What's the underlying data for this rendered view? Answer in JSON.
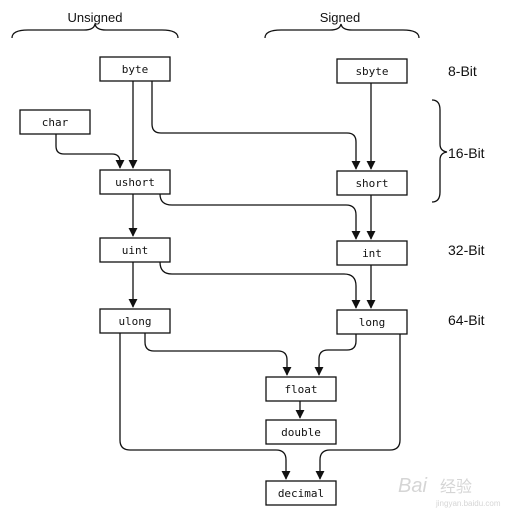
{
  "headers": {
    "unsigned": "Unsigned",
    "signed": "Signed"
  },
  "bit_labels": [
    "8-Bit",
    "16-Bit",
    "32-Bit",
    "64-Bit"
  ],
  "nodes": {
    "byte": "byte",
    "sbyte": "sbyte",
    "char": "char",
    "ushort": "ushort",
    "short": "short",
    "uint": "uint",
    "int": "int",
    "ulong": "ulong",
    "long": "long",
    "float": "float",
    "double": "double",
    "decimal": "decimal"
  },
  "edges": [
    [
      "byte",
      "ushort"
    ],
    [
      "byte",
      "short"
    ],
    [
      "sbyte",
      "short"
    ],
    [
      "char",
      "ushort"
    ],
    [
      "ushort",
      "uint"
    ],
    [
      "ushort",
      "int"
    ],
    [
      "short",
      "int"
    ],
    [
      "uint",
      "ulong"
    ],
    [
      "uint",
      "long"
    ],
    [
      "int",
      "long"
    ],
    [
      "ulong",
      "float"
    ],
    [
      "ulong",
      "decimal"
    ],
    [
      "long",
      "float"
    ],
    [
      "long",
      "decimal"
    ],
    [
      "float",
      "double"
    ]
  ],
  "watermark": {
    "logo": "Bai",
    "tail": "经验",
    "sub": "jingyan.baidu.com"
  }
}
